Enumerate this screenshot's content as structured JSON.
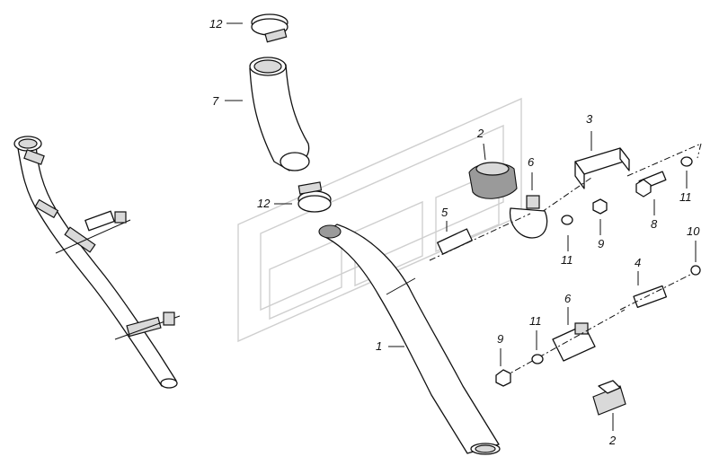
{
  "callouts": {
    "c1": "1",
    "c2_top": "2",
    "c2_bottom": "2",
    "c3": "3",
    "c4": "4",
    "c5": "5",
    "c6_top": "6",
    "c6_bottom": "6",
    "c7": "7",
    "c8": "8",
    "c9_top": "9",
    "c9_bottom": "9",
    "c10": "10",
    "c11_right": "11",
    "c11_mid": "11",
    "c11_bottom": "11",
    "c12_top": "12",
    "c12_mid": "12"
  }
}
